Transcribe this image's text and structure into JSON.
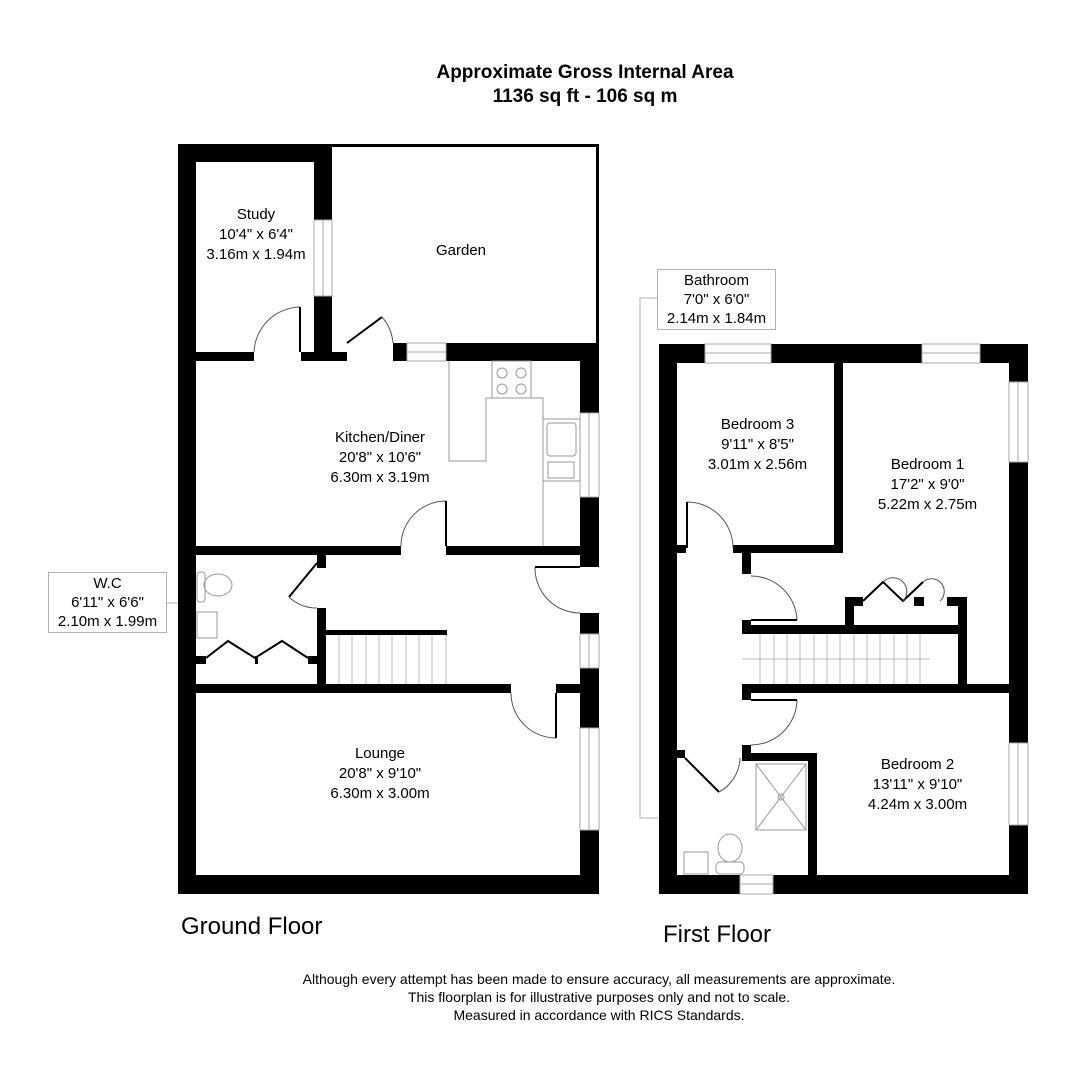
{
  "header": {
    "title": "Approximate Gross Internal Area",
    "area": "1136 sq ft - 106 sq m"
  },
  "floors": {
    "ground": {
      "label": "Ground Floor",
      "rooms": {
        "study": {
          "name": "Study",
          "imperial": "10'4\" x 6'4\"",
          "metric": "3.16m x 1.94m"
        },
        "garden": {
          "name": "Garden"
        },
        "kitchen": {
          "name": "Kitchen/Diner",
          "imperial": "20'8\" x 10'6\"",
          "metric": "6.30m x 3.19m"
        },
        "wc": {
          "name": "W.C",
          "imperial": "6'11\" x 6'6\"",
          "metric": "2.10m x 1.99m"
        },
        "lounge": {
          "name": "Lounge",
          "imperial": "20'8\" x 9'10\"",
          "metric": "6.30m x 3.00m"
        }
      }
    },
    "first": {
      "label": "First Floor",
      "rooms": {
        "bathroom": {
          "name": "Bathroom",
          "imperial": "7'0\" x 6'0\"",
          "metric": "2.14m x 1.84m"
        },
        "bedroom3": {
          "name": "Bedroom 3",
          "imperial": "9'11\" x 8'5\"",
          "metric": "3.01m x 2.56m"
        },
        "bedroom1": {
          "name": "Bedroom 1",
          "imperial": "17'2\" x 9'0\"",
          "metric": "5.22m x 2.75m"
        },
        "bedroom2": {
          "name": "Bedroom 2",
          "imperial": "13'11\" x 9'10\"",
          "metric": "4.24m x 3.00m"
        }
      }
    }
  },
  "disclaimer": {
    "line1": "Although every attempt has been made to ensure accuracy, all measurements are approximate.",
    "line2": "This floorplan is for illustrative purposes only and not to scale.",
    "line3": "Measured in accordance with RICS Standards."
  },
  "colors": {
    "wall": "#000000",
    "fixture": "#999999",
    "callout_border": "#b3b3b3"
  }
}
